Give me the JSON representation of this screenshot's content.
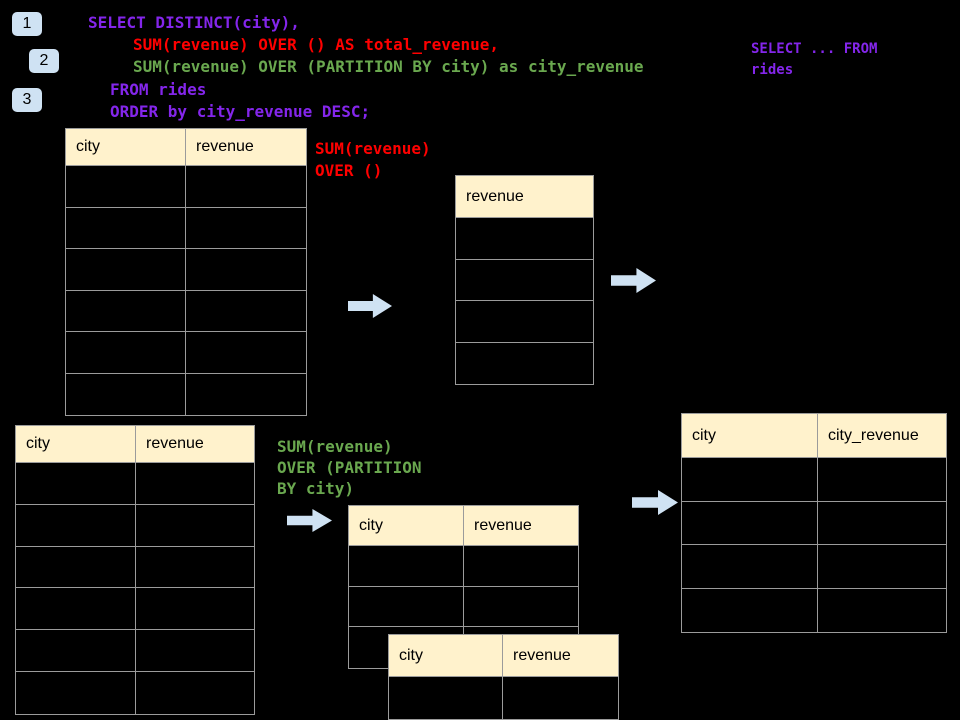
{
  "badges": {
    "b1": "1",
    "b2": "2",
    "b3": "3"
  },
  "sql": {
    "line1": "SELECT DISTINCT(city),",
    "line2": "SUM(revenue) OVER () AS total_revenue,",
    "line3": "SUM(revenue) OVER (PARTITION BY city) as city_revenue",
    "line4": "FROM rides",
    "line5": "ORDER by city_revenue DESC;"
  },
  "note": {
    "line1": "SELECT ... FROM",
    "line2": "rides"
  },
  "annotations": {
    "total_line1": "SUM(revenue)",
    "total_line2": "OVER ()",
    "partition_line1": "SUM(revenue)",
    "partition_line2": "OVER (PARTITION",
    "partition_line3": "BY city)"
  },
  "tables": {
    "source_top": {
      "header1": "city",
      "header2": "revenue"
    },
    "total_result": {
      "header1": "revenue"
    },
    "source_bottom": {
      "header1": "city",
      "header2": "revenue"
    },
    "partition_step1": {
      "header1": "city",
      "header2": "revenue"
    },
    "partition_step2": {
      "header1": "city",
      "header2": "revenue"
    },
    "partition_result": {
      "header1": "city",
      "header2": "city_revenue"
    }
  },
  "colors": {
    "background": "#000000",
    "sql_purple": "#8426EB",
    "sql_red": "#FF0000",
    "sql_green": "#6AA84F",
    "table_header_bg": "#FFF2CC",
    "table_border": "#9B9B9B",
    "badge_bg": "#CFE2F3",
    "arrow_fill": "#CFE2F3"
  }
}
